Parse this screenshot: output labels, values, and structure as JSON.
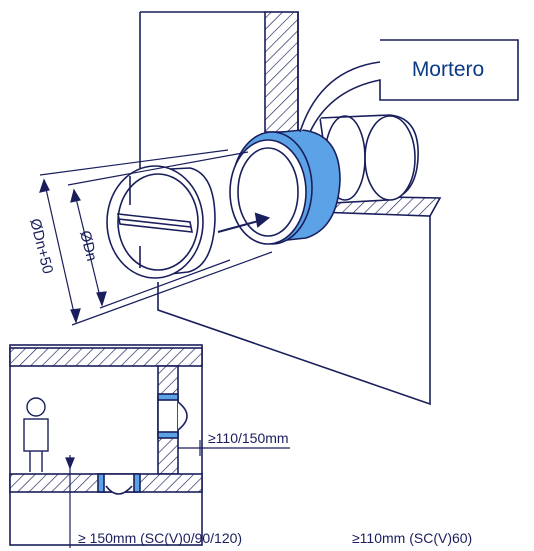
{
  "callout": {
    "label": "Mortero"
  },
  "dimensions": {
    "outer_diameter": "ØDn+50",
    "inner_diameter": "ØDn",
    "wall_clearance": "≥110/150mm",
    "floor_clearance": "≥ 150mm (SC(V)0/90/120)",
    "floor_clearance_alt": "≥110mm (SC(V)60)"
  },
  "colors": {
    "line": "#1a1f5c",
    "mortar_blue": "#5ba3e6",
    "callout_text": "#0a3b86"
  }
}
